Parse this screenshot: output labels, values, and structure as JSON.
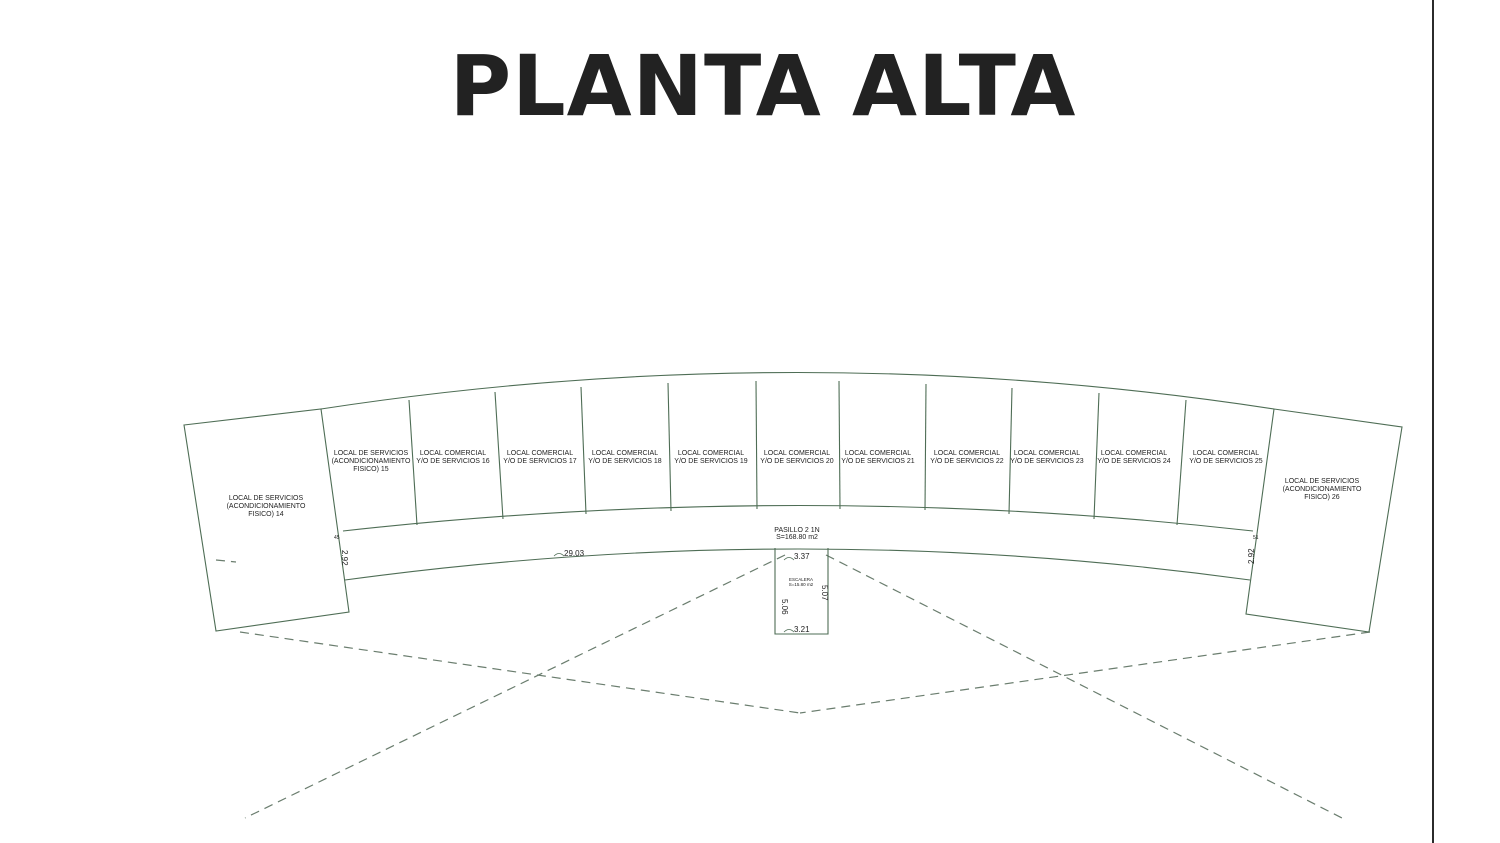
{
  "title": "PLANTA ALTA",
  "colors": {
    "line": "#4e6d55",
    "dash": "#6a7d6e",
    "text": "#222222"
  },
  "units": [
    {
      "lines": [
        "LOCAL DE SERVICIOS",
        "(ACONDICIONAMIENTO",
        "FISICO) 14"
      ]
    },
    {
      "lines": [
        "LOCAL DE SERVICIOS",
        "(ACONDICIONAMIENTO",
        "FISICO) 15"
      ]
    },
    {
      "lines": [
        "LOCAL COMERCIAL",
        "Y/O DE SERVICIOS 16"
      ]
    },
    {
      "lines": [
        "LOCAL COMERCIAL",
        "Y/O DE SERVICIOS 17"
      ]
    },
    {
      "lines": [
        "LOCAL COMERCIAL",
        "Y/O DE SERVICIOS 18"
      ]
    },
    {
      "lines": [
        "LOCAL COMERCIAL",
        "Y/O DE SERVICIOS 19"
      ]
    },
    {
      "lines": [
        "LOCAL COMERCIAL",
        "Y/O DE SERVICIOS 20"
      ]
    },
    {
      "lines": [
        "LOCAL COMERCIAL",
        "Y/O DE SERVICIOS 21"
      ]
    },
    {
      "lines": [
        "LOCAL COMERCIAL",
        "Y/O DE SERVICIOS 22"
      ]
    },
    {
      "lines": [
        "LOCAL COMERCIAL",
        "Y/O DE SERVICIOS 23"
      ]
    },
    {
      "lines": [
        "LOCAL COMERCIAL",
        "Y/O DE SERVICIOS 24"
      ]
    },
    {
      "lines": [
        "LOCAL COMERCIAL",
        "Y/O DE SERVICIOS 25"
      ]
    },
    {
      "lines": [
        "LOCAL DE SERVICIOS",
        "(ACONDICIONAMIENTO",
        "FISICO) 26"
      ]
    }
  ],
  "corridor": {
    "lines": [
      "PASILLO 2 1N",
      "S=168.80 m2"
    ]
  },
  "stair": {
    "lines": [
      "ESCALERA",
      "S=15.80 m2"
    ]
  },
  "dimensions": {
    "corridor_length": "29.03",
    "stair_top_width": "3.37",
    "stair_bottom_width": "3.21",
    "stair_left_length": "5.06",
    "stair_right_length": "5.07",
    "corridor_width_left": "2.92",
    "corridor_width_right": "2.92",
    "small_left": "45",
    "small_right": "51"
  }
}
